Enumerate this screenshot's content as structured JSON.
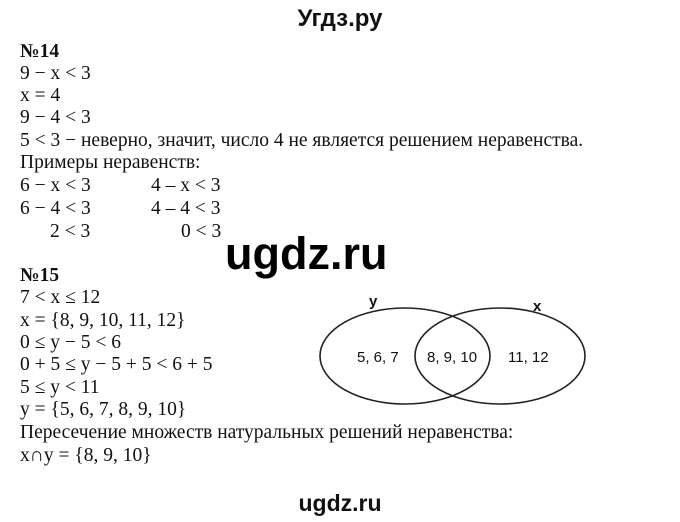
{
  "header": {
    "title": "Угдз.ру"
  },
  "task14": {
    "number": "№14",
    "lines": [
      "9 − x < 3",
      "x = 4",
      "9 − 4 < 3",
      "5 < 3 − неверно, значит, число 4 не является решением неравенства.",
      "Примеры неравенств:"
    ],
    "examples": {
      "left": [
        "6 − x < 3",
        "6 − 4 < 3",
        "2 < 3"
      ],
      "right": [
        "4 – x < 3",
        "4 – 4 < 3",
        "0 < 3"
      ]
    }
  },
  "watermark": "ugdz.ru",
  "task15": {
    "number": "№15",
    "lines": [
      "7 < x ≤ 12",
      "x = {8, 9, 10, 11, 12}",
      "0 ≤ y − 5 < 6",
      "0 + 5 ≤ y − 5 + 5 < 6 + 5",
      "5 ≤ y < 11",
      "y = {5, 6, 7, 8, 9, 10}",
      "Пересечение множеств натуральных решений неравенства:",
      "x∩y = {8, 9, 10}"
    ]
  },
  "venn": {
    "left_label": "y",
    "right_label": "x",
    "left_only": "5, 6, 7",
    "intersection": "8, 9, 10",
    "right_only": "11, 12"
  },
  "footer": {
    "text": "ugdz.ru"
  }
}
